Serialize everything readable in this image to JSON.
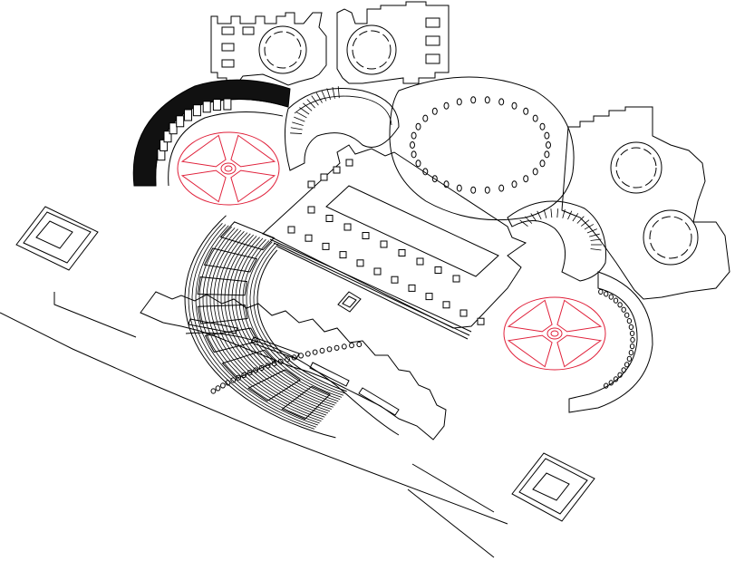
{
  "drawing": {
    "colors": {
      "background": "#ffffff",
      "line": "#000000",
      "highlight": "#e0203a",
      "solid_fill": "#111111"
    },
    "elements": [
      "north-villa-block",
      "west-curved-portico",
      "west-red-rosette",
      "central-colonnade-hall",
      "main-rotunda",
      "south-hemicycle",
      "east-villa-block",
      "east-red-rosette",
      "cavea-theatre",
      "small-square-pavilion",
      "small-pavilion-west",
      "small-pavilion-southeast",
      "road-lines"
    ]
  }
}
